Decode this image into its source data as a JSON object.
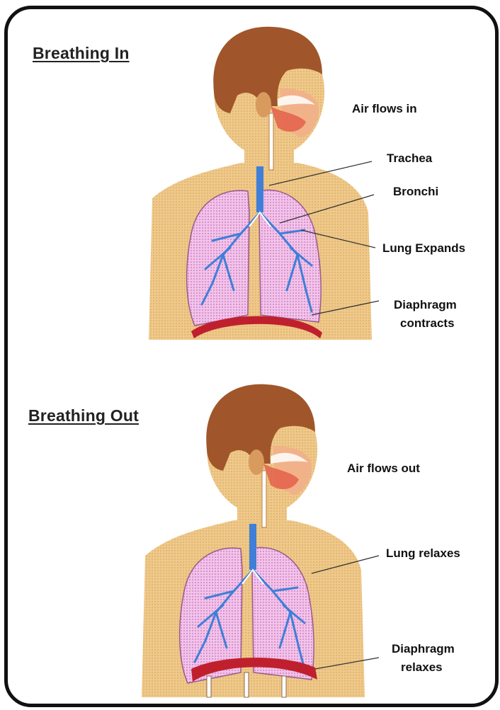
{
  "colors": {
    "skin": "#efc98a",
    "hair": "#a0562a",
    "lung": "#e7a8dc",
    "bronchi": "#3f7fd8",
    "diaphragm": "#c0202e",
    "border": "#111111"
  },
  "panels": [
    {
      "heading": "Breathing In",
      "labels": {
        "air": "Air flows in",
        "trachea": "Trachea",
        "bronchi": "Bronchi",
        "lung": "Lung Expands",
        "diaphragm_line1": "Diaphragm",
        "diaphragm_line2": "contracts"
      }
    },
    {
      "heading": "Breathing Out",
      "labels": {
        "air": "Air flows out",
        "lung": "Lung relaxes",
        "diaphragm_line1": "Diaphragm",
        "diaphragm_line2": "relaxes"
      }
    }
  ]
}
